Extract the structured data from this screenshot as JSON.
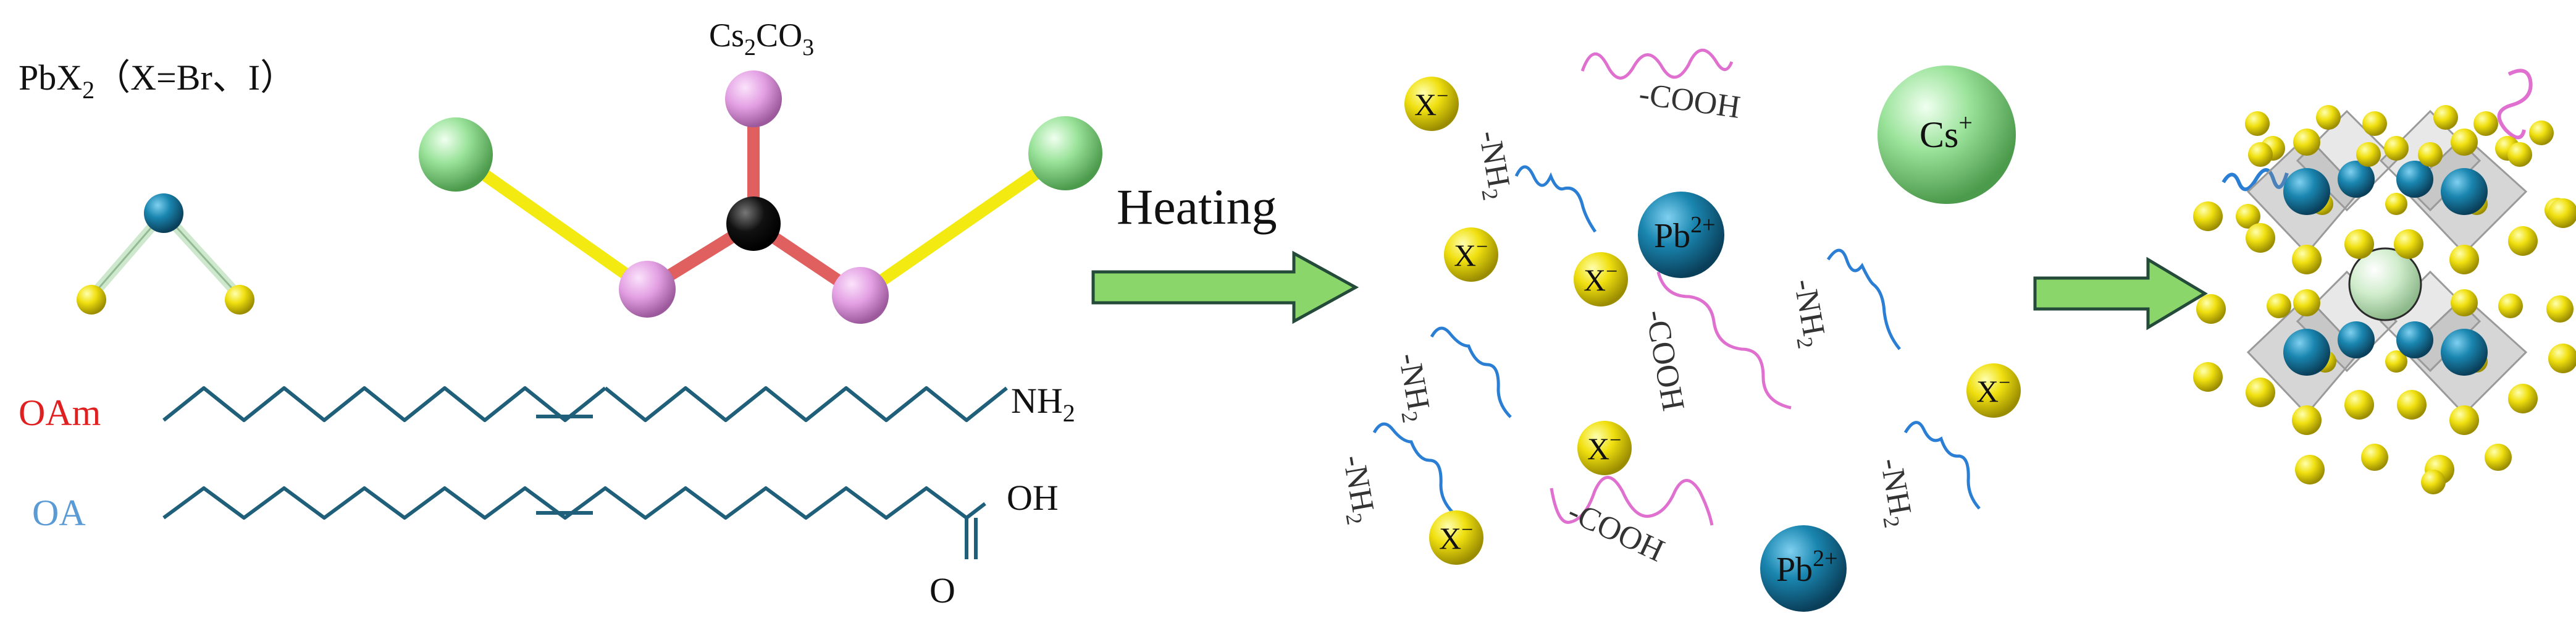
{
  "reagents": {
    "pbx2": {
      "base": "PbX",
      "sub": "2",
      "condition": "（X=Br、I）"
    },
    "cs2co3": {
      "p1": "Cs",
      "sub1": "2",
      "p2": "CO",
      "sub2": "3"
    },
    "oam": {
      "label": "OAm",
      "group": "NH",
      "group_sub": "2"
    },
    "oa": {
      "label": "OA",
      "oh": "OH",
      "o": "O"
    }
  },
  "step1": {
    "label": "Heating"
  },
  "ions": {
    "x": {
      "base": "X",
      "sup": "−"
    },
    "pb": {
      "base": "Pb",
      "sup": "2+"
    },
    "cs": {
      "base": "Cs",
      "sup": "+"
    }
  },
  "ligands": {
    "nh2": {
      "base": "-NH",
      "sub": "2"
    },
    "cooh": "-COOH"
  },
  "colors": {
    "oam_label": "#e02020",
    "oa_label": "#5b9bd5",
    "chain": "#1f5f7a",
    "yellow_bond": "#f2ea10",
    "red_bond": "#e06060",
    "pink_atom": "#e3a0e3",
    "green_atom": "#9be39b",
    "blue_atom": "#1a86b0",
    "yellow_atom": "#f0e010",
    "arrow_fill": "#8bd66b",
    "arrow_stroke": "#244a3a",
    "nh2_wave": "#2a7fd4",
    "cooh_wave": "#e070d0"
  }
}
